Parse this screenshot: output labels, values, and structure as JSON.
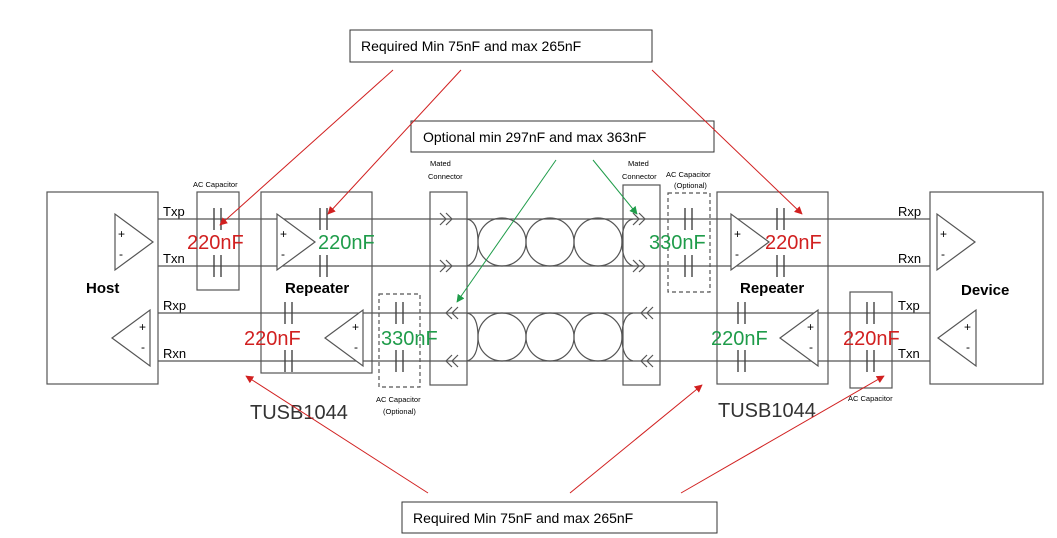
{
  "callouts": {
    "top_required": "Required Min 75nF and max 265nF",
    "optional": "Optional  min 297nF and max 363nF",
    "bottom_required": "Required Min 75nF and max 265nF"
  },
  "blocks": {
    "host": "Host",
    "device": "Device",
    "repeater_left": "Repeater",
    "repeater_right": "Repeater"
  },
  "chips": {
    "left": "TUSB1044",
    "right": "TUSB1044"
  },
  "component_labels": {
    "ac_cap_left_top": "AC Capacitor",
    "ac_cap_right_bottom": "AC Capacitor",
    "ac_cap_opt_left_1": "AC Capacitor",
    "ac_cap_opt_left_2": "(Optional)",
    "ac_cap_opt_right_1": "AC Capacitor",
    "ac_cap_opt_right_2": "(Optional)",
    "mated_left_1": "Mated",
    "mated_left_2": "Connector",
    "mated_right_1": "Mated",
    "mated_right_2": "Connector"
  },
  "signals": {
    "host_txp": "Txp",
    "host_txn": "Txn",
    "host_rxp": "Rxp",
    "host_rxn": "Rxn",
    "dev_rxp": "Rxp",
    "dev_rxn": "Rxn",
    "dev_txp": "Txp",
    "dev_txn": "Txn"
  },
  "capacitor_values": {
    "host_tx": "220nF",
    "rep_left_out": "220nF",
    "rep_left_in": "220nF",
    "opt_left": "330nF",
    "opt_right": "330nF",
    "rep_right_in": "220nF",
    "rep_right_out": "220nF",
    "dev_tx": "220nF"
  },
  "colors": {
    "required_arrow": "#d12020",
    "optional_arrow": "#1f9c4a"
  }
}
